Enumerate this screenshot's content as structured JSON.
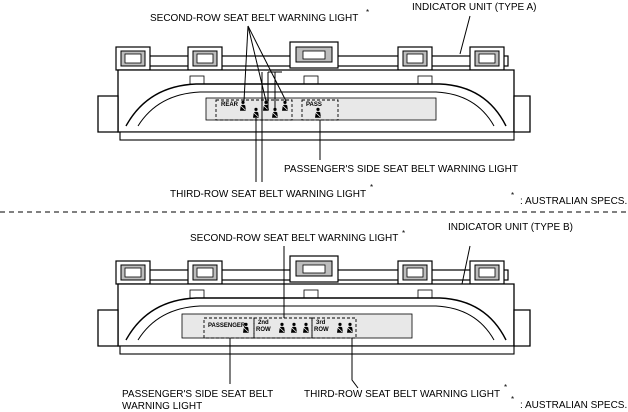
{
  "unit_a": {
    "title": "INDICATOR UNIT (TYPE A)",
    "second_row_label": "SECOND-ROW SEAT BELT WARNING LIGHT",
    "second_row_mark": "*",
    "third_row_label": "THIRD-ROW SEAT BELT WARNING LIGHT",
    "third_row_mark": "*",
    "passenger_label": "PASSENGER'S SIDE SEAT BELT WARNING LIGHT",
    "panel_rear": "REAR",
    "panel_pass": "PASS",
    "note_mark": "*",
    "note": ": AUSTRALIAN SPECS."
  },
  "unit_b": {
    "title": "INDICATOR UNIT (TYPE B)",
    "second_row_label": "SECOND-ROW SEAT BELT WARNING LIGHT",
    "second_row_mark": "*",
    "third_row_label": "THIRD-ROW SEAT BELT WARNING LIGHT",
    "third_row_mark": "*",
    "passenger_label_line1": "PASSENGER'S SIDE SEAT BELT",
    "passenger_label_line2": "WARNING LIGHT",
    "panel_passenger": "PASSENGER",
    "panel_2nd": "2nd",
    "panel_2nd_row": "ROW",
    "panel_3rd": "3rd",
    "panel_3rd_row": "ROW",
    "note_mark": "*",
    "note": ": AUSTRALIAN SPECS."
  }
}
